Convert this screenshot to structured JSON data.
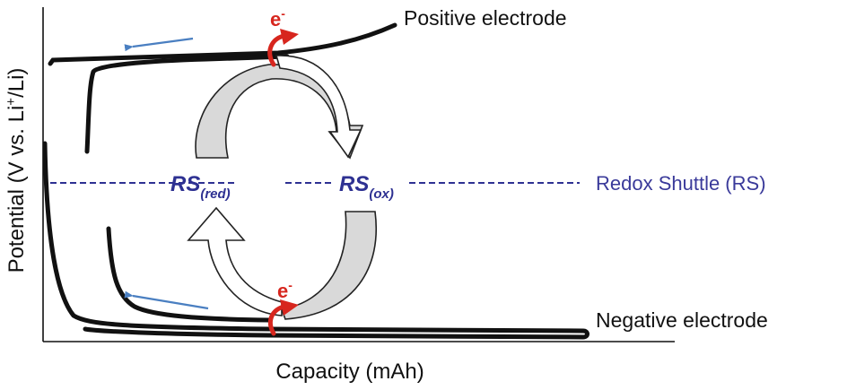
{
  "axes": {
    "y_title": "Potential (V vs. Li",
    "y_title_sup": "+",
    "y_title_end": "/Li)",
    "x_title": "Capacity (mAh)"
  },
  "labels": {
    "positive": "Positive electrode",
    "negative": "Negative electrode",
    "shuttle": "Redox Shuttle (RS)"
  },
  "species": {
    "reduced_main": "RS",
    "reduced_sub": "(red)",
    "oxidized_main": "RS",
    "oxidized_sub": "(ox)"
  },
  "electron": {
    "symbol": "e",
    "charge": "-"
  },
  "colors": {
    "curve": "#111111",
    "shuttle_line": "#2e3192",
    "arrow_fill": "#d9d9d9",
    "electron": "#d7261e",
    "direction_arrow": "#4a7fc1"
  }
}
